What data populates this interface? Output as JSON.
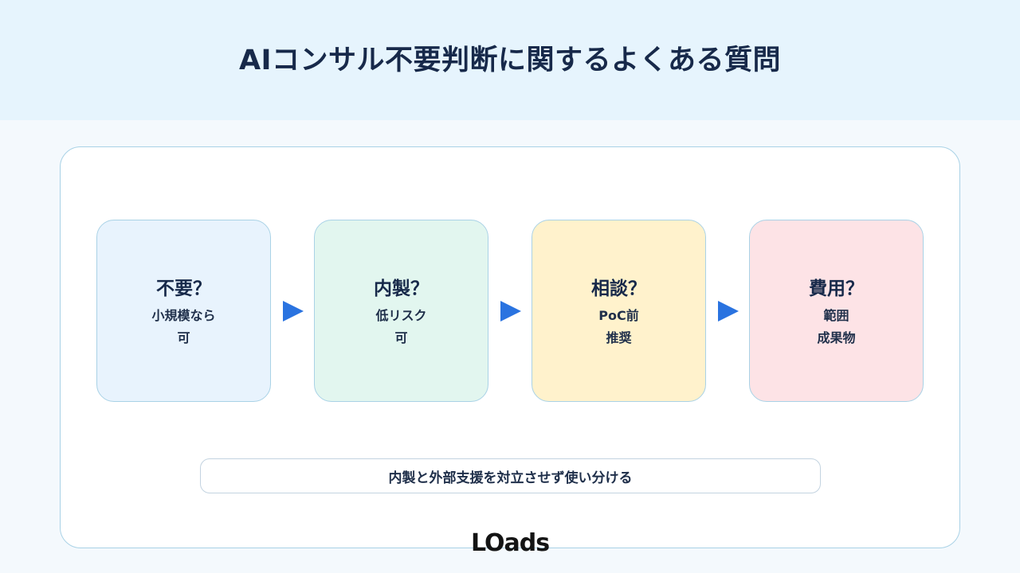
{
  "header": {
    "title": "AIコンサル不要判断に関するよくある質問"
  },
  "cards": [
    {
      "title": "不要？",
      "lines": [
        "小規模なら",
        "可"
      ],
      "bg": "#e8f3fd"
    },
    {
      "title": "内製？",
      "lines": [
        "低リスク",
        "可"
      ],
      "bg": "#e2f6ef"
    },
    {
      "title": "相談？",
      "lines": [
        "PoC前",
        "推奨"
      ],
      "bg": "#fff2cc"
    },
    {
      "title": "費用？",
      "lines": [
        "範囲",
        "成果物"
      ],
      "bg": "#fde3e6"
    }
  ],
  "note": {
    "text": "内製と外部支援を対立させず使い分ける"
  },
  "logo": {
    "text": "LOads"
  },
  "colors": {
    "arrow": "#2a73e0",
    "border": "#a9d2e6"
  }
}
